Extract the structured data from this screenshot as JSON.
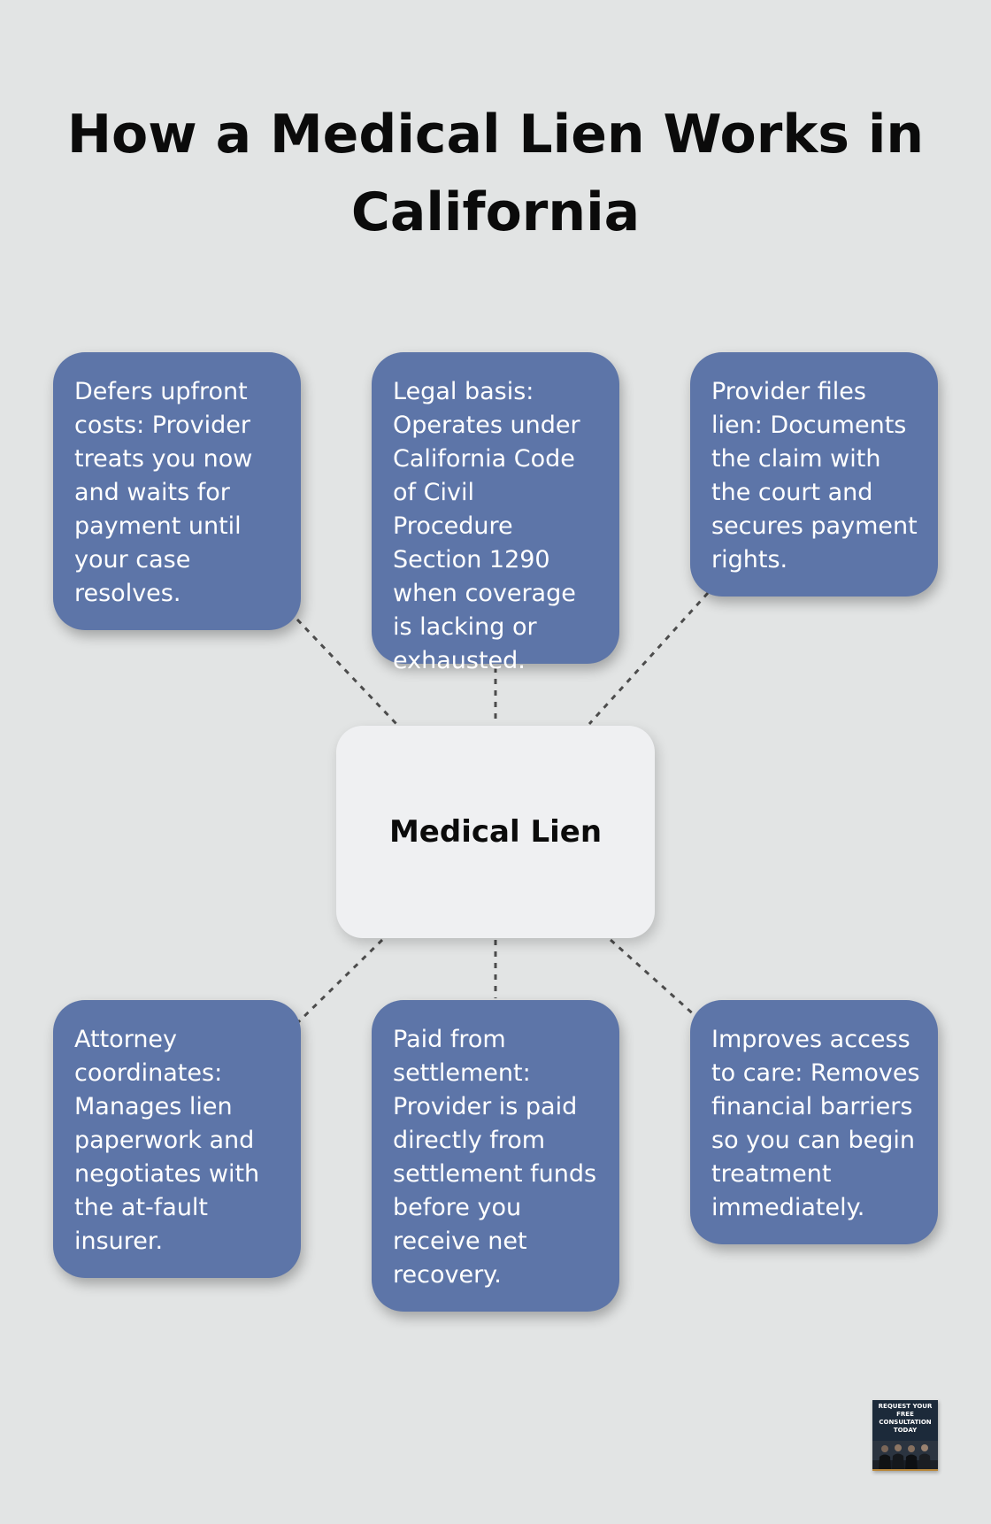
{
  "title": "How a Medical Lien Works in California",
  "center": {
    "label": "Medical Lien"
  },
  "nodes": [
    {
      "text": "Defers upfront costs: Provider treats you now and waits for payment until your case resolves."
    },
    {
      "text": "Legal basis: Operates under California Code of Civil Procedure Section 1290 when coverage is lacking or exhausted."
    },
    {
      "text": "Provider files lien: Documents the claim with the court and secures payment rights."
    },
    {
      "text": "Attorney coordinates: Manages lien paperwork and negotiates with the at-fault insurer."
    },
    {
      "text": "Paid from settlement: Provider is paid directly from settlement funds before you receive net recovery."
    },
    {
      "text": "Improves access to care: Removes financial barriers so you can begin treatment immediately."
    }
  ],
  "cta": {
    "text": "REQUEST YOUR FREE CONSULTATION TODAY"
  },
  "colors": {
    "background": "#e2e4e4",
    "node_fill": "#5d75a8",
    "node_text": "#ffffff",
    "hub_fill": "#eff0f2",
    "connector": "#4c4c4c"
  }
}
